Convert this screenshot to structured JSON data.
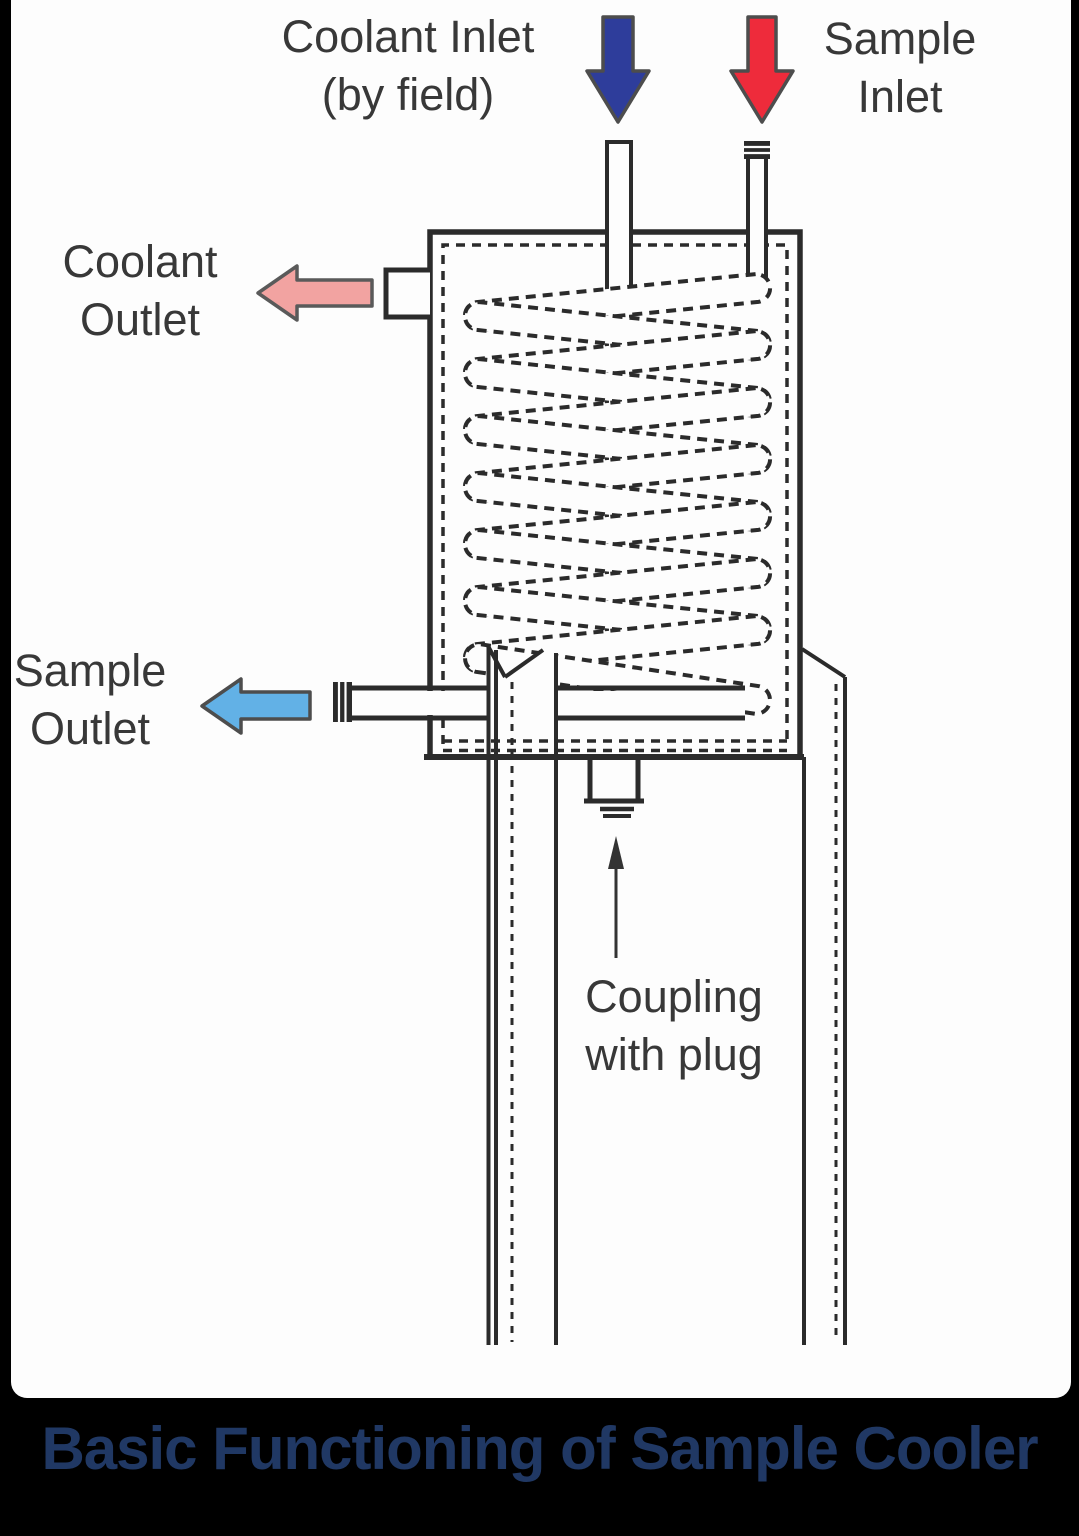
{
  "diagram": {
    "title": "Basic Functioning of Sample Cooler",
    "labels": {
      "coolant_inlet": {
        "line1": "Coolant Inlet",
        "line2": "(by field)"
      },
      "sample_inlet": {
        "line1": "Sample",
        "line2": "Inlet"
      },
      "coolant_outlet": {
        "line1": "Coolant",
        "line2": "Outlet"
      },
      "sample_outlet": {
        "line1": "Sample",
        "line2": "Outlet"
      },
      "coupling": {
        "line1": "Coupling",
        "line2": "with plug"
      }
    },
    "colors": {
      "coolant_inlet_arrow": "#2E3D9B",
      "sample_inlet_arrow": "#EE2B3B",
      "coolant_outlet_arrow": "#F2A3A1",
      "sample_outlet_arrow": "#62B1E6",
      "title_text": "#203864",
      "line": "#2b2b2b"
    }
  }
}
